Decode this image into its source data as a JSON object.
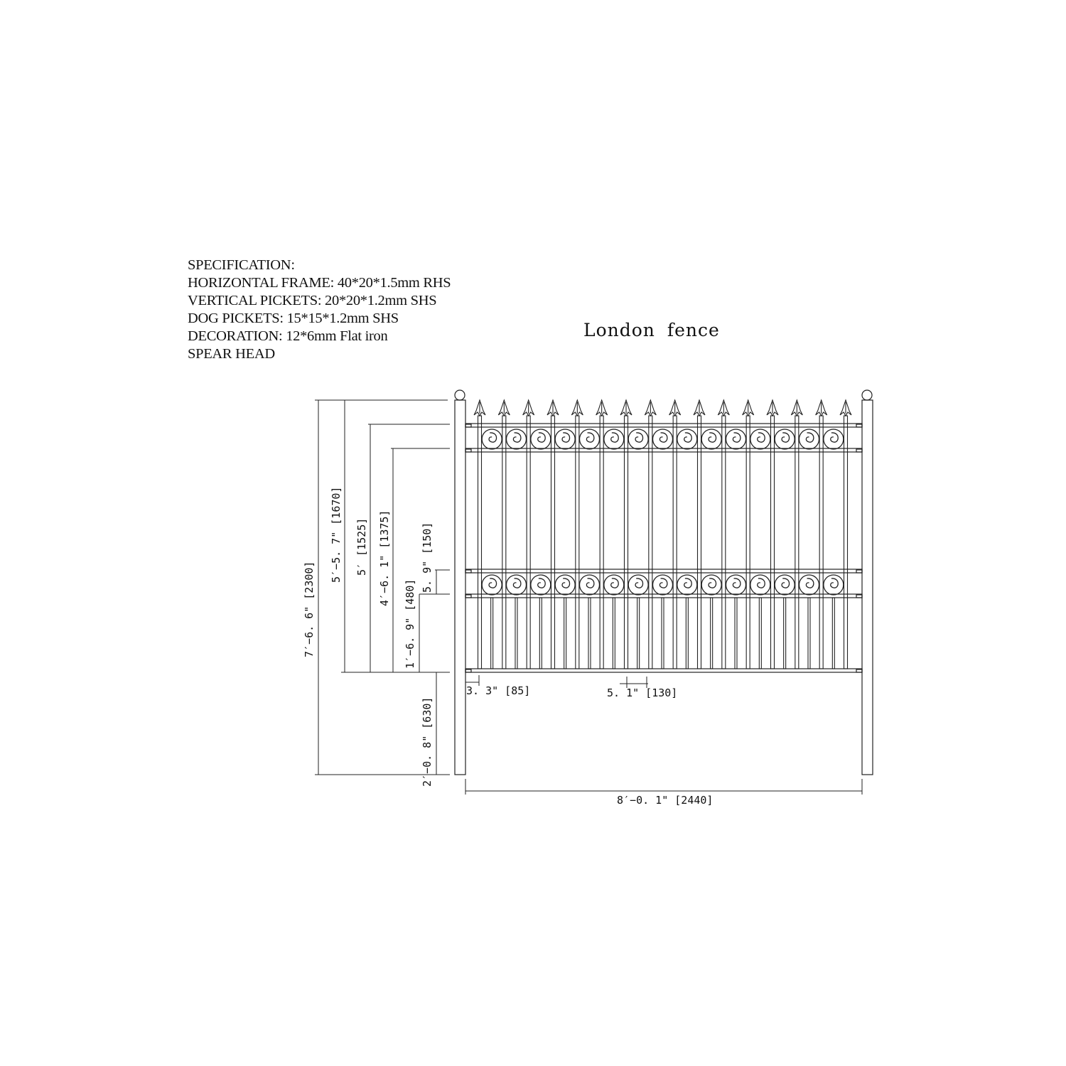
{
  "specification": {
    "heading": "SPECIFICATION:",
    "lines": [
      "HORIZONTAL FRAME: 40*20*1.5mm RHS",
      "VERTICAL PICKETS: 20*20*1.2mm SHS",
      "DOG PICKETS: 15*15*1.2mm SHS",
      "DECORATION: 12*6mm Flat iron",
      "SPEAR HEAD"
    ]
  },
  "title": "London fence",
  "dimensions": {
    "total_height": "7′−6. 6\"  [2300]",
    "top_spear_height": "5′−5. 7\"  [1670]",
    "top_rail_height": "5′  [1525]",
    "second_rail_height": "4′−6. 1\"  [1375]",
    "scroll_band": "5. 9\"  [150]",
    "lower_rail_height": "1′−6. 9\" [480]",
    "ground_clearance": "2′−0. 8\"  [630]",
    "end_gap": "3. 3\"  [85]",
    "picket_spacing": "5. 1\"  [130]",
    "total_width": "8′−0. 1\"  [2440]"
  },
  "drawing": {
    "picket_count": 16,
    "line_color": "#222222"
  }
}
